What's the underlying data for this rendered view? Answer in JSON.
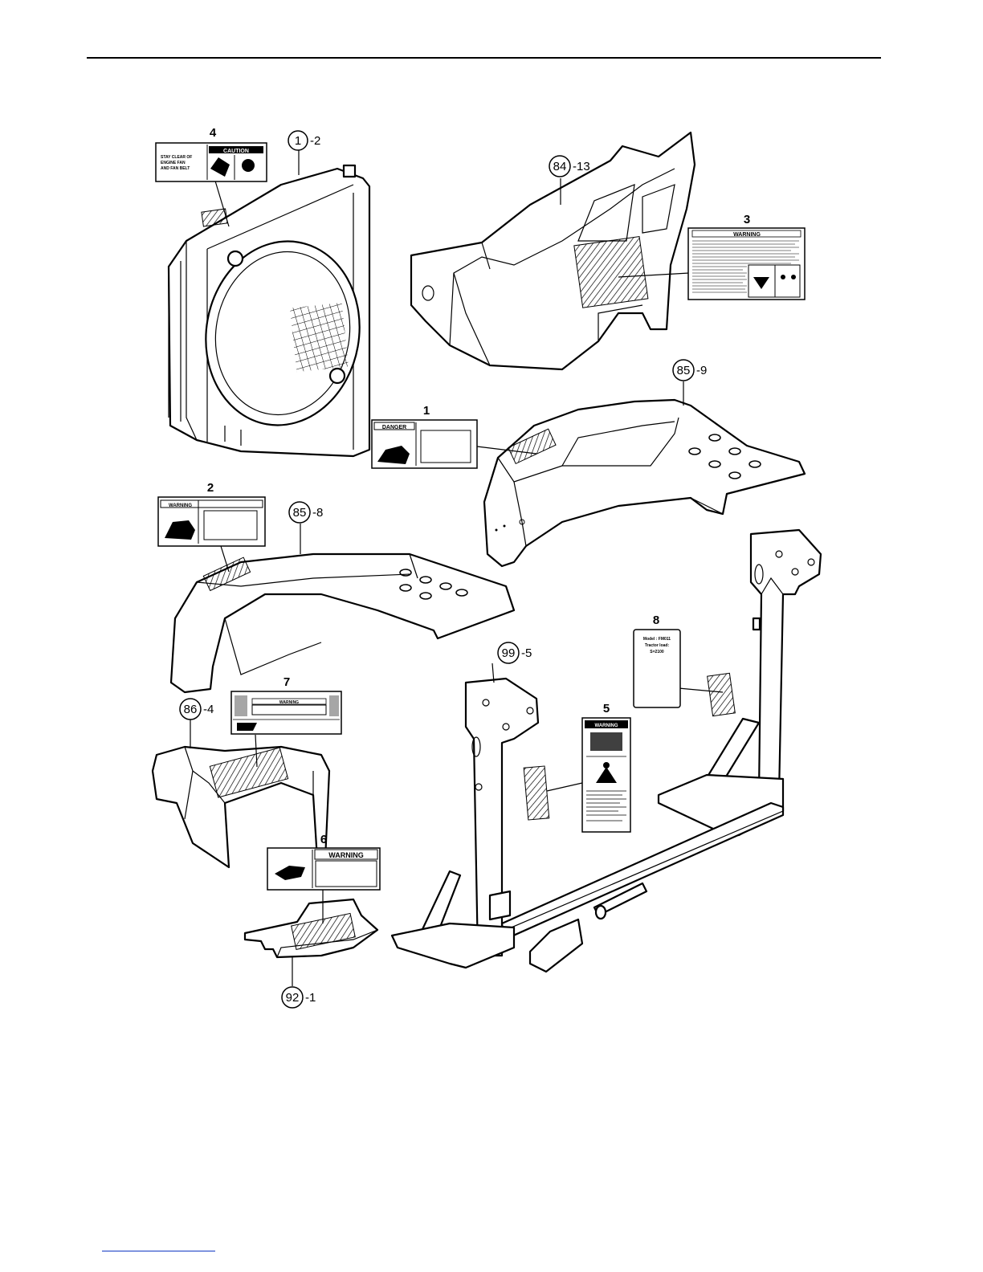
{
  "refs": {
    "r1": {
      "num": "1",
      "suffix": "-2"
    },
    "r84": {
      "num": "84",
      "suffix": "-13"
    },
    "r85a": {
      "num": "85",
      "suffix": "-9"
    },
    "r85b": {
      "num": "85",
      "suffix": "-8"
    },
    "r86": {
      "num": "86",
      "suffix": "-4"
    },
    "r99": {
      "num": "99",
      "suffix": "-5"
    },
    "r92": {
      "num": "92",
      "suffix": "-1"
    }
  },
  "decals": {
    "d1": {
      "num": "1",
      "header": "DANGER"
    },
    "d2": {
      "num": "2",
      "header": "WARNING"
    },
    "d3": {
      "num": "3",
      "header": "WARNING"
    },
    "d4": {
      "num": "4",
      "header": "CAUTION",
      "text_lines": [
        "STAY CLEAR OF",
        "ENGINE FAN",
        "AND FAN BELT"
      ]
    },
    "d5": {
      "num": "5",
      "header": "WARNING"
    },
    "d6": {
      "num": "6",
      "header": "WARNING"
    },
    "d7": {
      "num": "7",
      "header": "WARNING"
    },
    "d8": {
      "num": "8",
      "lines": [
        "Model :   FM011",
        "Tractor load:",
        "S=2100"
      ]
    }
  }
}
